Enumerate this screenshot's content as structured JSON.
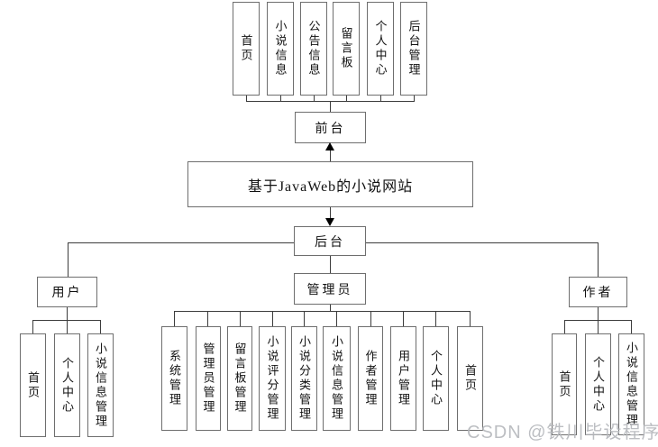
{
  "diagram": {
    "root_label": "基于JavaWeb的小说网站",
    "front": {
      "label": "前台",
      "items": [
        "首页",
        "小说信息",
        "公告信息",
        "留言板",
        "个人中心",
        "后台管理"
      ]
    },
    "back": {
      "label": "后台",
      "branches": {
        "user": {
          "label": "用户",
          "items": [
            "首页",
            "个人中心",
            "小说信息管理"
          ]
        },
        "admin": {
          "label": "管理员",
          "items": [
            "系统管理",
            "管理员管理",
            "留言板管理",
            "小说评分管理",
            "小说分类管理",
            "小说信息管理",
            "作者管理",
            "用户管理",
            "个人中心",
            "首页"
          ]
        },
        "author": {
          "label": "作者",
          "items": [
            "首页",
            "个人中心",
            "小说信息管理"
          ]
        }
      }
    }
  },
  "watermark": "CSDN @铁川毕设程序",
  "colors": {
    "background": "#ffffff",
    "box_border": "#6e6e6e",
    "line": "#3c3c3c",
    "arrow": "#000000",
    "text": "#111111",
    "watermark": "#b5b8bc"
  }
}
